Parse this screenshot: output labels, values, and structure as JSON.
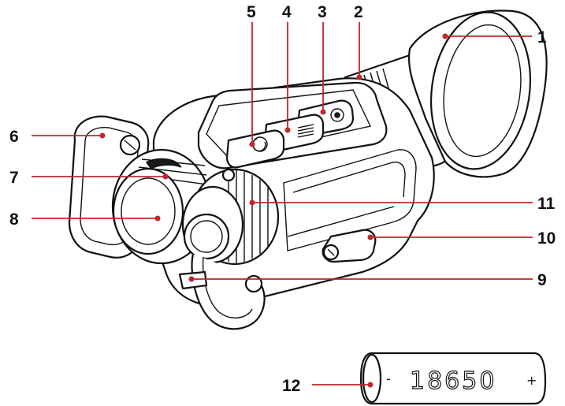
{
  "accent_color": "#c0262c",
  "callouts": [
    {
      "id": "1",
      "label": "1"
    },
    {
      "id": "2",
      "label": "2"
    },
    {
      "id": "3",
      "label": "3"
    },
    {
      "id": "4",
      "label": "4"
    },
    {
      "id": "5",
      "label": "5"
    },
    {
      "id": "6",
      "label": "6"
    },
    {
      "id": "7",
      "label": "7"
    },
    {
      "id": "8",
      "label": "8"
    },
    {
      "id": "9",
      "label": "9"
    },
    {
      "id": "10",
      "label": "10"
    },
    {
      "id": "11",
      "label": "11"
    },
    {
      "id": "12",
      "label": "12"
    }
  ],
  "battery": {
    "model": "18650",
    "minus_sign": "-",
    "plus_sign": "+"
  }
}
